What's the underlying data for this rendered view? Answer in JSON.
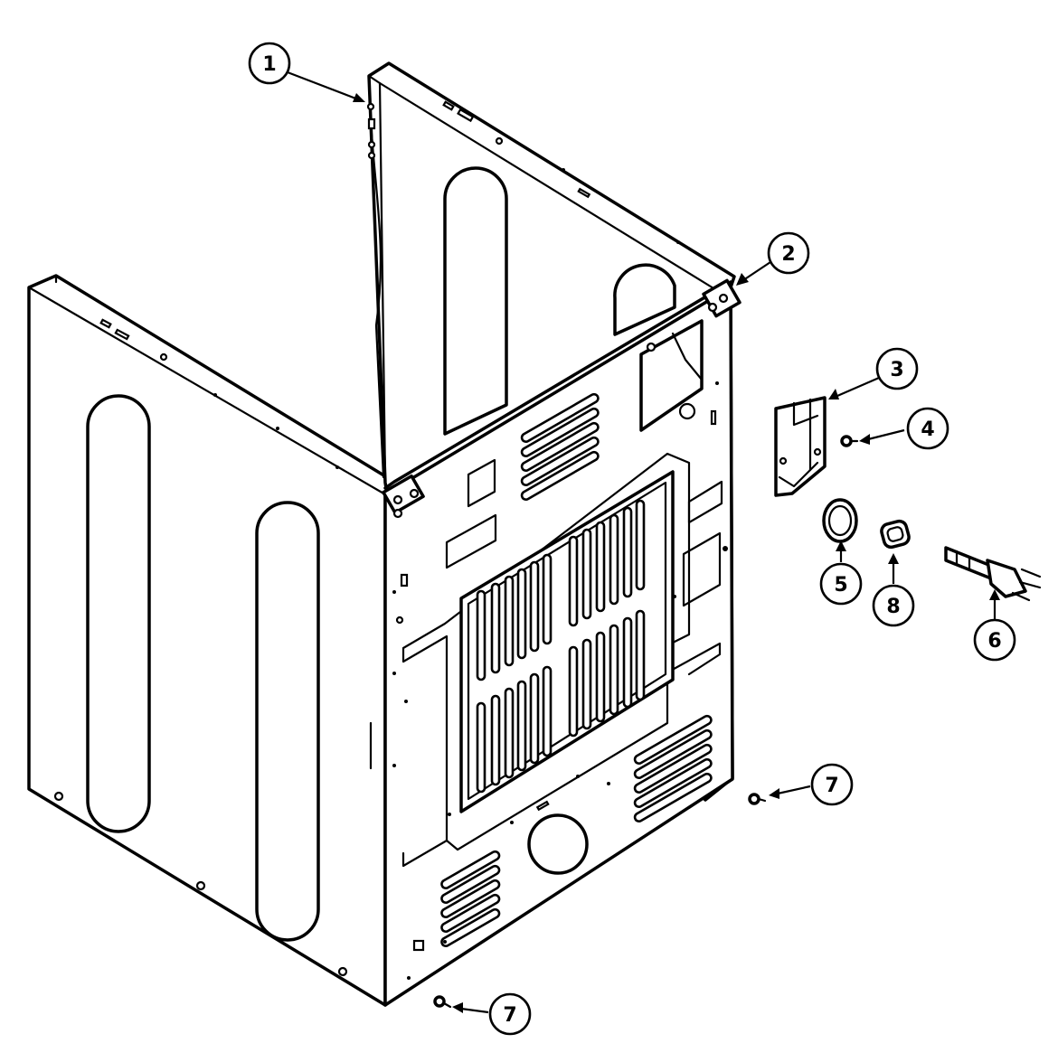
{
  "callouts": [
    {
      "id": "c1",
      "label": "1",
      "part": "Cabinet"
    },
    {
      "id": "c2",
      "label": "2",
      "part": "Corner bracket"
    },
    {
      "id": "c3",
      "label": "3",
      "part": "Terminal block cover"
    },
    {
      "id": "c4",
      "label": "4",
      "part": "Screw"
    },
    {
      "id": "c5",
      "label": "5",
      "part": "Grommet"
    },
    {
      "id": "c8",
      "label": "8",
      "part": "Grommet"
    },
    {
      "id": "c6",
      "label": "6",
      "part": "Power cord"
    },
    {
      "id": "c7a",
      "label": "7",
      "part": "Screw"
    },
    {
      "id": "c7b",
      "label": "7",
      "part": "Screw"
    }
  ]
}
